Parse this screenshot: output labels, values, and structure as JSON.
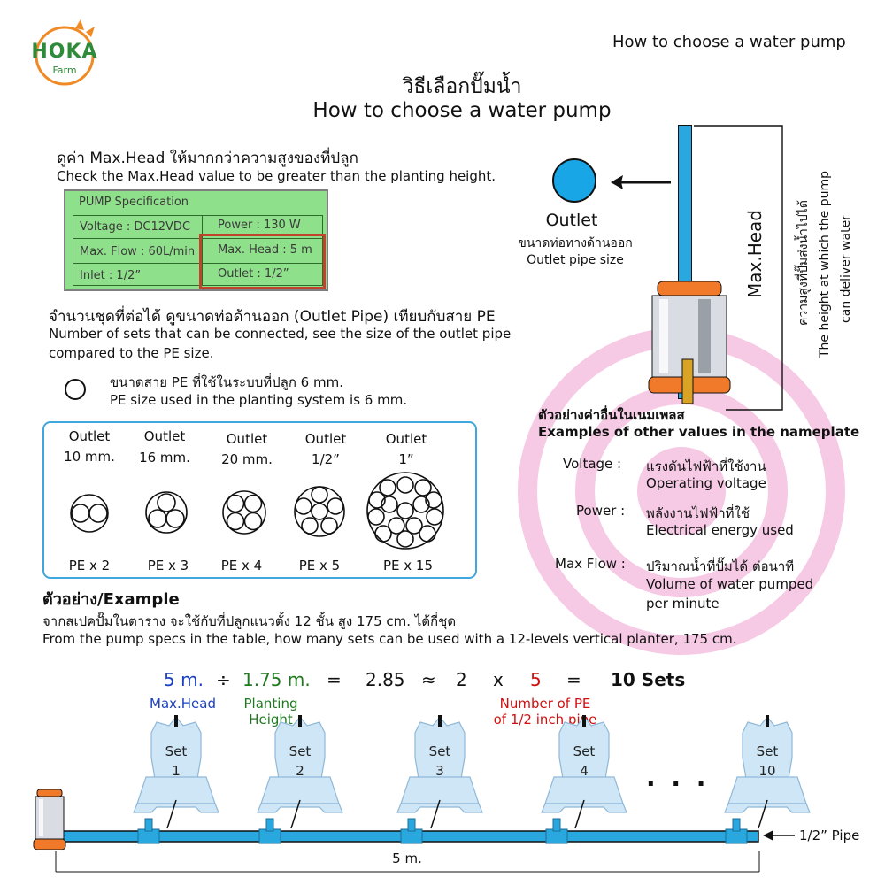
{
  "logo": {
    "line1": "HOKA",
    "line2": "Farm"
  },
  "header_title": "How to choose a water pump",
  "main_title": {
    "thai": "วิธีเลือกปั๊มน้ำ",
    "english": "How to choose a water pump"
  },
  "maxhead_section": {
    "thai": "ดูค่า Max.Head ให้มากกว่าความสูงของที่ปลูก",
    "english": "Check the Max.Head value to be greater than the planting height."
  },
  "spec_table": {
    "title": "PUMP Specification",
    "voltage": "Voltage : DC12VDC",
    "power": "Power : 130 W",
    "max_flow": "Max. Flow : 60L/min",
    "max_head": "Max. Head : 5 m",
    "inlet": "Inlet : 1/2”",
    "outlet": "Outlet : 1/2”"
  },
  "sets_section": {
    "thai": "จำนวนชุดที่ต่อได้ ดูขนาดท่อด้านออก (Outlet Pipe) เทียบกับสาย PE",
    "english_1": "Number of sets that can be connected, see the size of the outlet pipe",
    "english_2": "compared to the PE size."
  },
  "pe_size": {
    "thai": "ขนาดสาย PE ที่ใช้ในระบบที่ปลูก 6 mm.",
    "english": "PE size used in the planting system is 6 mm."
  },
  "outlets": [
    {
      "line1": "Outlet",
      "line2": "10 mm.",
      "pe": "PE x 2"
    },
    {
      "line1": "Outlet",
      "line2": "16 mm.",
      "pe": "PE x 3"
    },
    {
      "line1": "Outlet",
      "line2": "20 mm.",
      "pe": "PE x 4"
    },
    {
      "line1": "Outlet",
      "line2": "1/2”",
      "pe": "PE x 5"
    },
    {
      "line1": "Outlet",
      "line2": "1”",
      "pe": "PE x 15"
    }
  ],
  "outlet_diagram": {
    "label": "Outlet",
    "thai": "ขนาดท่อทางด้านออก",
    "english": "Outlet pipe size"
  },
  "max_head_label": "Max.Head",
  "height_desc": {
    "thai": "ความสูงที่ปั๊มส่งน้ำไปได้",
    "english_1": "The height at which the pump",
    "english_2": "can deliver water"
  },
  "nameplate": {
    "title_thai": "ตัวอย่างค่าอื่นในเนมเพลส",
    "title_english": "Examples of other values in the nameplate",
    "items": [
      {
        "label": "Voltage  :",
        "thai": "แรงดันไฟฟ้าที่ใช้งาน",
        "english": "Operating voltage",
        "english_2": ""
      },
      {
        "label": "Power  :",
        "thai": "พลังงานไฟฟ้าที่ใช้",
        "english": "Electrical energy used",
        "english_2": ""
      },
      {
        "label": "Max Flow  :",
        "thai": "ปริมาณน้ำที่ปั๊มได้ ต่อนาที",
        "english": "Volume of water pumped",
        "english_2": "per minute"
      }
    ]
  },
  "example": {
    "heading": "ตัวอย่าง/Example",
    "thai": "จากสเปคปั๊มในตาราง จะใช้กับที่ปลูกแนวตั้ง 12 ชั้น สูง 175 cm. ได้กี่ชุด",
    "english": "From the pump specs in the table, how many sets can be used with a 12-levels vertical planter, 175 cm."
  },
  "equation": {
    "max_head": "5 m.",
    "divide": "÷",
    "height": "1.75 m.",
    "equals": "=",
    "result": "2.85",
    "approx": "≈",
    "two": "2",
    "times": "x",
    "five": "5",
    "equals2": "=",
    "total": "10 Sets",
    "max_head_label": "Max.Head",
    "height_label_1": "Planting",
    "height_label_2": "Height",
    "pe_label_1": "Number of PE",
    "pe_label_2": "of 1/2 inch pipe"
  },
  "sets": [
    {
      "word": "Set",
      "num": "1"
    },
    {
      "word": "Set",
      "num": "2"
    },
    {
      "word": "Set",
      "num": "3"
    },
    {
      "word": "Set",
      "num": "4"
    },
    {
      "word": "Set",
      "num": "10"
    }
  ],
  "dots": ". . .",
  "pipe_label": "1/2” Pipe",
  "length_label": "5 m.",
  "colors": {
    "blue": "#1b3fc4",
    "green": "#1f7a1f",
    "red": "#d01010",
    "pipe": "#29a8e0",
    "spec_bg": "#8ee08a",
    "target": "#f6c9e4"
  }
}
